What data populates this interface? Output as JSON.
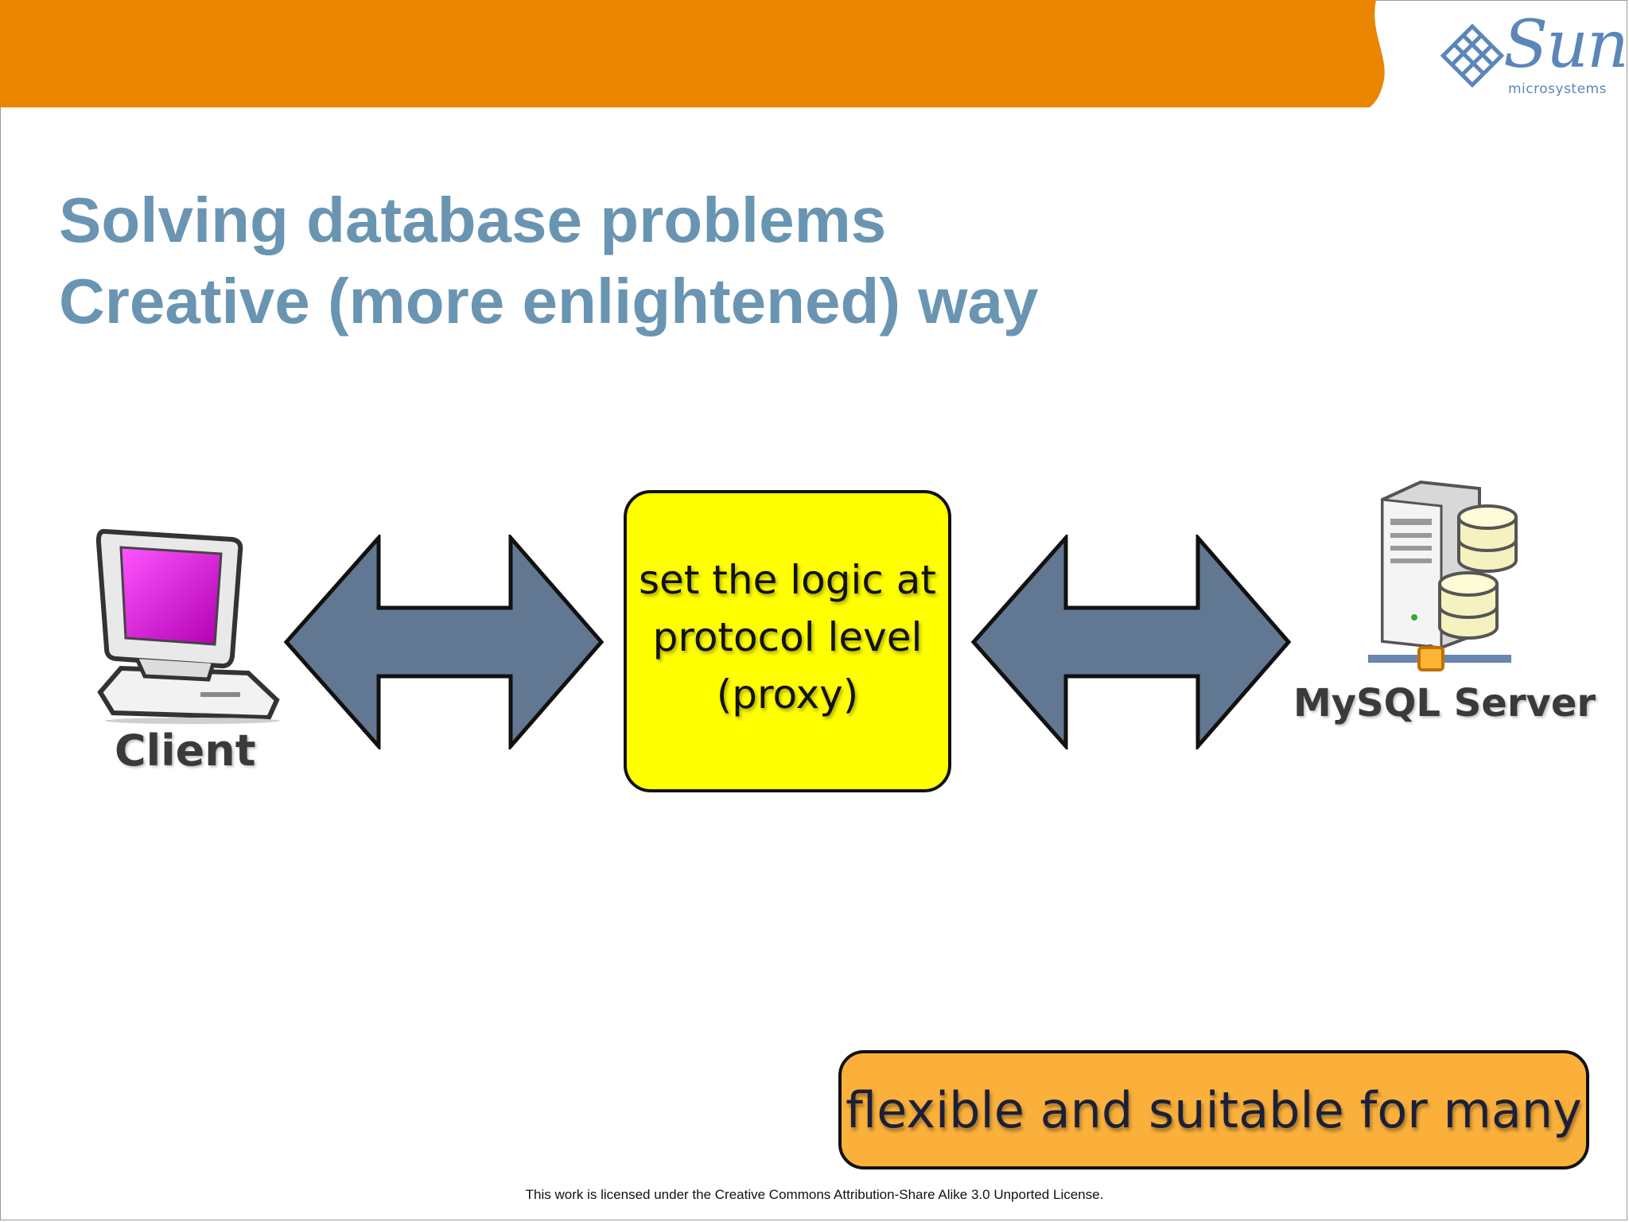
{
  "slide": {
    "logo": {
      "word": "Sun",
      "subtitle": "microsystems"
    },
    "title": {
      "line1": "Solving database problems",
      "line2": "Creative (more enlightened) way"
    },
    "diagram": {
      "client_label": "Client",
      "proxy_lines": [
        "set the logic at",
        "protocol level",
        "(proxy)"
      ],
      "server_label": "MySQL Server"
    },
    "callout": "flexible and suitable for many",
    "license": "This work is licensed under the Creative Commons Attribution-Share Alike 3.0 Unported License."
  },
  "colors": {
    "header_orange": "#e98500",
    "title_blue": "#6a95b2",
    "arrow_fill": "#617792",
    "proxy_yellow": "#ffff00",
    "callout_orange": "#fbb03b",
    "sun_blue": "#5b86b8"
  },
  "icons": {
    "client": "desktop-computer-icon",
    "server": "database-server-icon",
    "arrows": "double-headed-arrow-icon"
  }
}
